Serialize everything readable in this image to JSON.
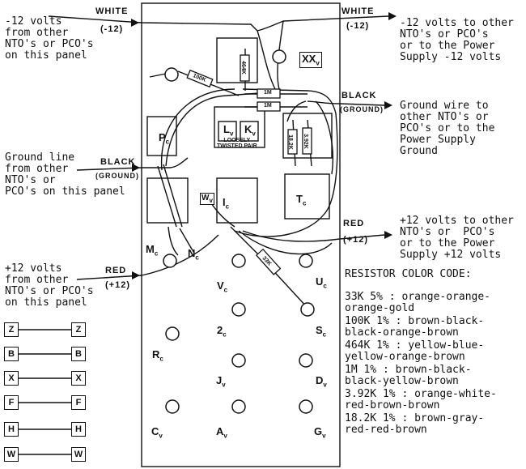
{
  "left_labels": {
    "neg12_in": "-12 volts\nfrom other\nNTO's or PCO's\non this panel",
    "ground_in": "Ground line\nfrom other\nNTO's or\nPCO's on this panel",
    "pos12_in": "+12 volts\nfrom other\nNTO's or PCO's\non this panel"
  },
  "right_labels": {
    "neg12_out": "-12 volts to other\nNTO's or PCO's\nor to the Power\nSupply -12 volts",
    "ground_out": "Ground wire to\nother NTO's or\nPCO's or to the\nPower Supply\nGround",
    "pos12_out": "+12 volts to other\nNTO's or  PCO's\nor to the Power\nSupply +12 volts"
  },
  "wire_tags": {
    "white_left": "WHITE",
    "white_left_val": "(-12)",
    "white_right": "WHITE",
    "white_right_val": "(-12)",
    "black_left": "BLACK",
    "black_left_val": "(GROUND)",
    "black_right": "BLACK",
    "black_right_val": "(GROUND)",
    "red_right": "RED",
    "red_right_val": "(+12)",
    "red_left": "RED",
    "red_left_val": "(+12)"
  },
  "resistor_code": {
    "heading": "RESISTOR COLOR CODE:",
    "entries": [
      "33K 5% : orange-orange-\norange-gold",
      "100K 1% : brown-black-\nblack-orange-brown",
      "464K 1% : yellow-blue-\nyellow-orange-brown",
      "1M 1% : brown-black-\nblack-yellow-brown",
      "3.92K 1% : orange-white-\nred-brown-brown",
      "18.2K 1% : brown-gray-\nred-red-brown"
    ]
  },
  "resistor_tags": {
    "r100k": "100K",
    "r464k": "464K",
    "r1m_a": "1M",
    "r1m_b": "1M",
    "r182k": "18.2K",
    "r392k": "3.92K",
    "r33k": "33K"
  },
  "panel_components": {
    "xx": "XX",
    "xx_sub": "v",
    "l": "L",
    "l_sub": "v",
    "k": "K",
    "k_sub": "v",
    "twisted": "LOOSELY\nTWISTED PAIR",
    "p": "P",
    "p_sub": "c",
    "i": "I",
    "i_sub": "c",
    "w": "W",
    "w_sub": "v",
    "t": "T",
    "t_sub": "c",
    "m": "M",
    "m_sub": "c",
    "n": "N",
    "n_sub": "c",
    "v": "V",
    "v_sub": "c",
    "u": "U",
    "u_sub": "c",
    "s": "S",
    "s_sub": "c",
    "two": "2",
    "two_sub": "c",
    "r": "R",
    "r_sub": "c",
    "j": "J",
    "j_sub": "v",
    "d": "D",
    "d_sub": "v",
    "c": "C",
    "c_sub": "v",
    "a": "A",
    "a_sub": "v",
    "g": "G",
    "g_sub": "v"
  },
  "jumper_keys": [
    {
      "left": "Z",
      "right": "Z"
    },
    {
      "left": "B",
      "right": "B"
    },
    {
      "left": "X",
      "right": "X"
    },
    {
      "left": "F",
      "right": "F"
    },
    {
      "left": "H",
      "right": "H"
    },
    {
      "left": "W",
      "right": "W"
    }
  ]
}
